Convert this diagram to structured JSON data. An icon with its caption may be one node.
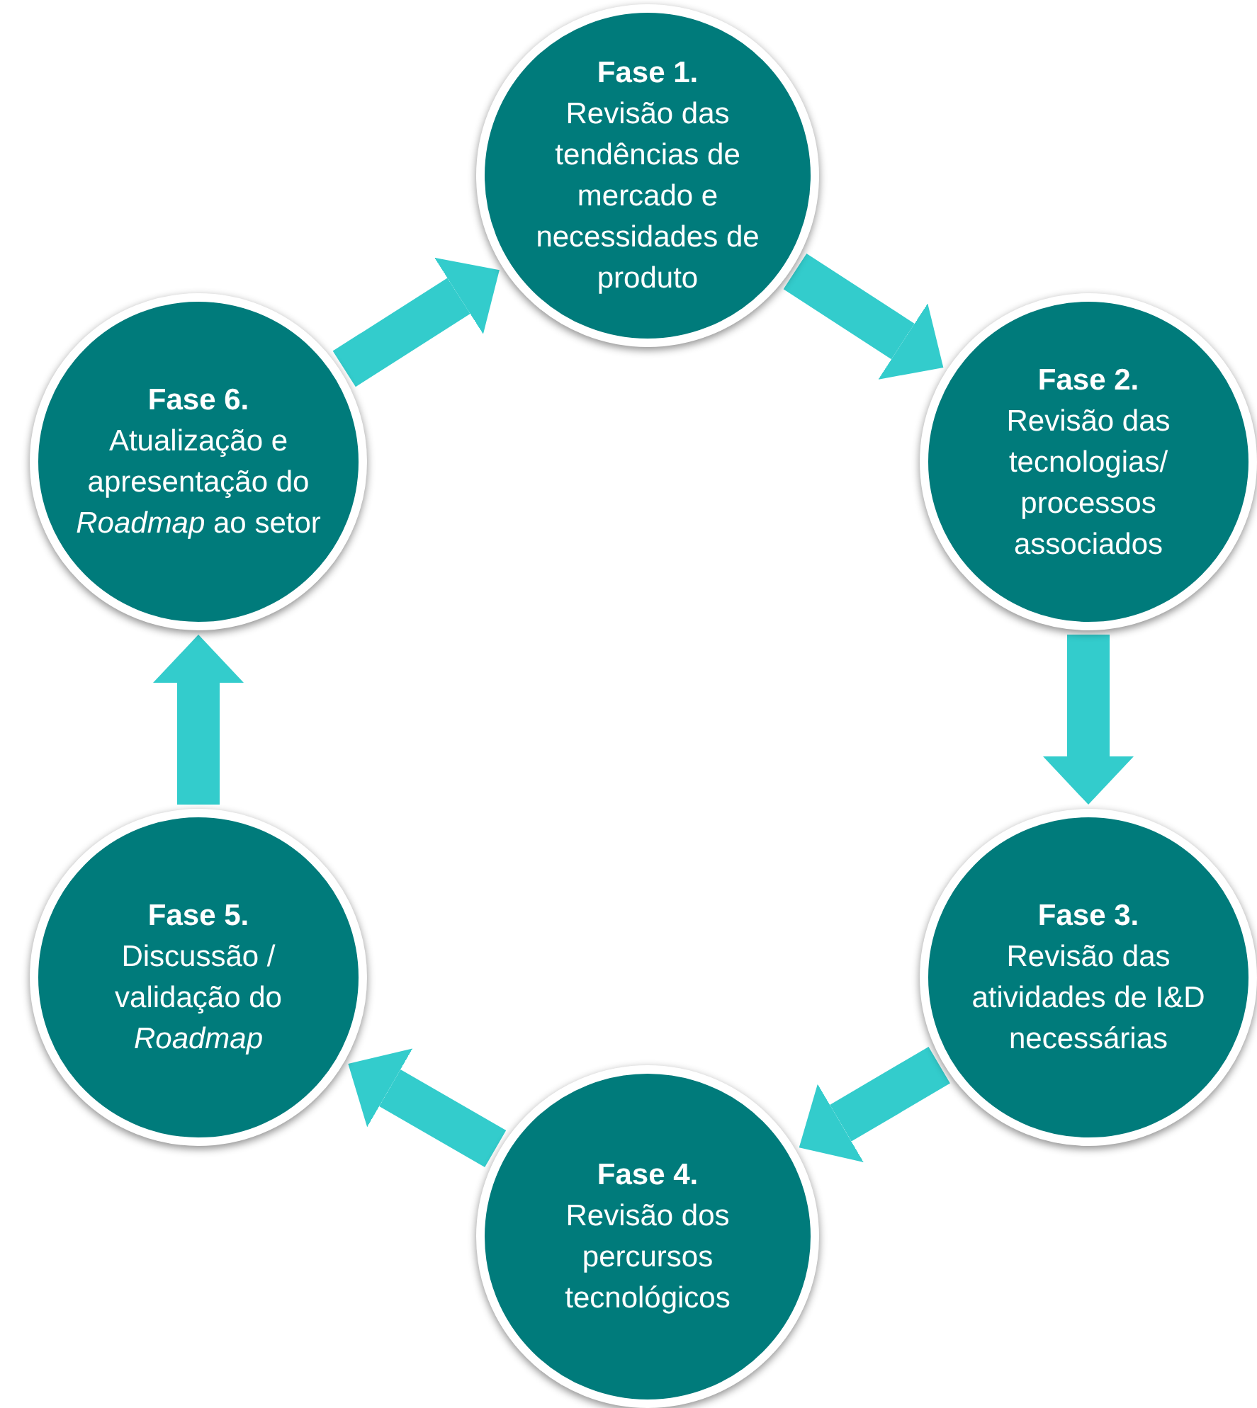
{
  "diagram": {
    "nodes": [
      {
        "text": [
          "Fase 1.",
          "Revisão das tendências de mercado e necessidades de produto"
        ]
      },
      {
        "text": [
          "Fase 2.",
          "Revisão das tecnologias/ processos associados"
        ]
      },
      {
        "text": [
          "Fase 3.",
          "Revisão das atividades de I&D necessárias"
        ]
      },
      {
        "text": [
          "Fase 4.",
          "Revisão dos percursos tecnológicos"
        ]
      },
      {
        "text": [
          "Fase 5.",
          "Discussão / validação do *Roadmap*"
        ]
      },
      {
        "text": [
          "Fase 6.",
          "Atualização e apresentação do *Roadmap* ao setor"
        ]
      }
    ],
    "edges": [
      {
        "from": 0,
        "to": 1,
        "arrow": "to"
      },
      {
        "from": 1,
        "to": 2,
        "arrow": "to"
      },
      {
        "from": 2,
        "to": 3,
        "arrow": "to"
      },
      {
        "from": 3,
        "to": 4,
        "arrow": "to"
      },
      {
        "from": 4,
        "to": 5,
        "arrow": "to"
      },
      {
        "from": 5,
        "to": 0,
        "arrow": "to"
      }
    ]
  }
}
